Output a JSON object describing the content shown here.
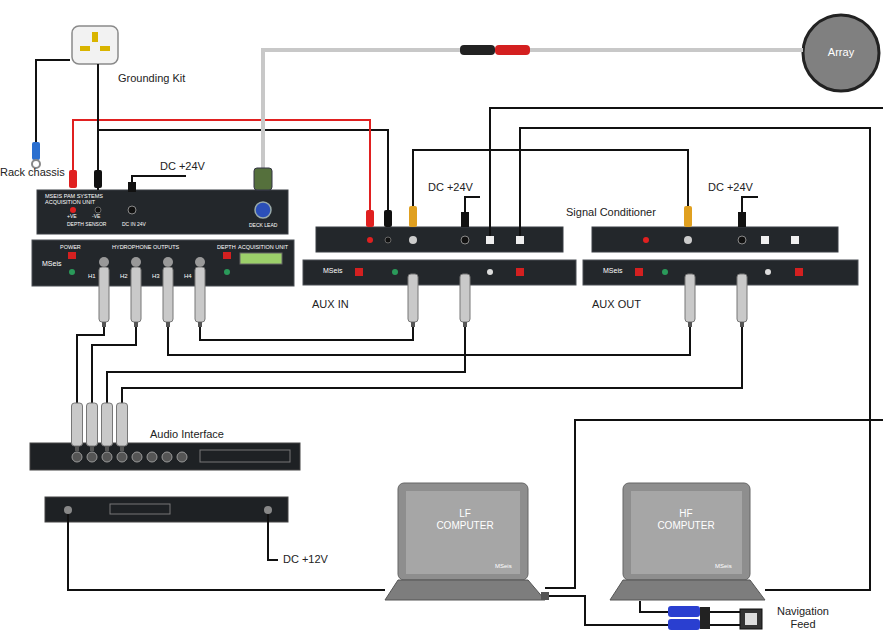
{
  "diagram": {
    "nodes": [
      {
        "text": [
          "Grounding Kit"
        ]
      },
      {
        "text": [
          "Rack chassis"
        ]
      },
      {
        "text": [
          "MSEIS PAM SYSTEMS ACQUISITION UNIT",
          "+VE",
          "-VE",
          "DEPTH SENSOR",
          "DC IN 24V",
          "DECK LEAD"
        ]
      },
      {
        "text": [
          "MSeis",
          "POWER",
          "HYDROPHONE OUTPUTS",
          "DEPTH",
          "ACQUISITION UNIT",
          "H1",
          "H2",
          "H3",
          "H4"
        ]
      },
      {
        "text": [
          "Array"
        ]
      },
      {
        "text": [
          "MSeis",
          "AUX IN"
        ]
      },
      {
        "text": [
          "MSeis",
          "AUX OUT"
        ]
      },
      {
        "text": [
          "Audio Interface"
        ]
      },
      {
        "text": [
          "LF COMPUTER",
          "MSeis"
        ]
      },
      {
        "text": [
          "HF COMPUTER",
          "MSeis"
        ]
      },
      {
        "text": [
          "Navigation Feed"
        ]
      }
    ],
    "edges": [
      {
        "from": 0,
        "to": 1,
        "arrow": "none"
      },
      {
        "from": 0,
        "to": 2,
        "arrow": "none"
      },
      {
        "from": 4,
        "to": 2,
        "arrow": "none"
      },
      {
        "from": 3,
        "to": 7,
        "arrow": "none"
      },
      {
        "from": 3,
        "to": 7,
        "arrow": "none"
      },
      {
        "from": 3,
        "to": 5,
        "arrow": "none"
      },
      {
        "from": 3,
        "to": 6,
        "arrow": "none"
      },
      {
        "from": 5,
        "to": 7,
        "arrow": "none"
      },
      {
        "from": 6,
        "to": 7,
        "arrow": "none"
      },
      {
        "from": 8,
        "to": 10,
        "arrow": "none"
      },
      {
        "from": 9,
        "to": 10,
        "arrow": "none"
      }
    ],
    "labels": [
      "DC +24V",
      "Signal Conditioner",
      "DC +24V",
      "DC +24V",
      "DC +12V"
    ]
  }
}
